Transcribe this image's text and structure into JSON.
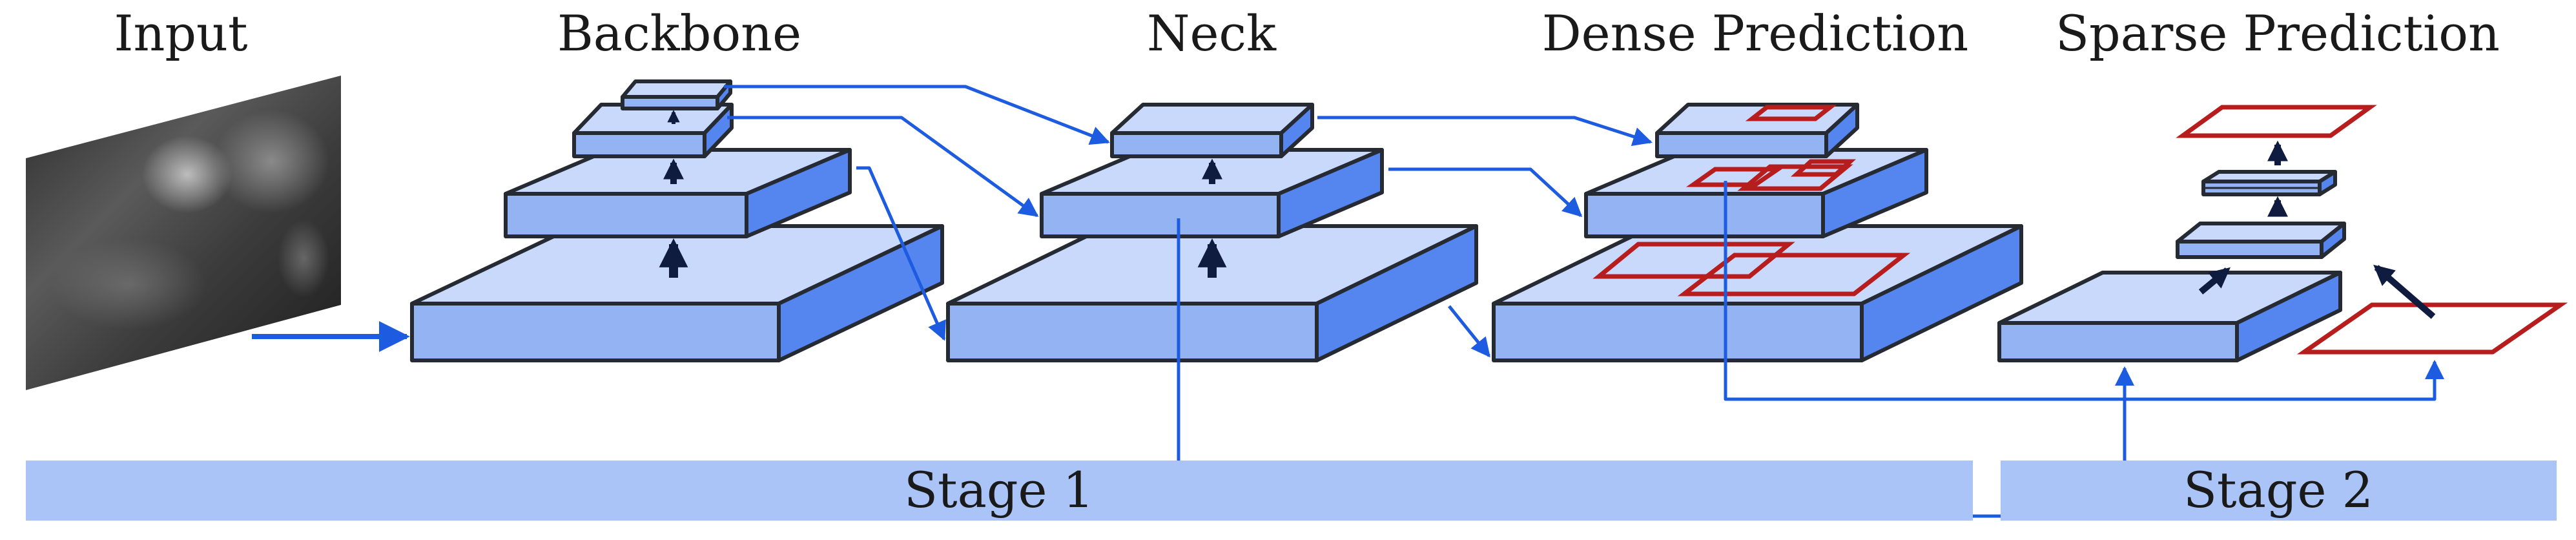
{
  "headings": {
    "input": "Input",
    "backbone": "Backbone",
    "neck": "Neck",
    "dense": "Dense Prediction",
    "sparse": "Sparse Prediction"
  },
  "stages": {
    "stage1": "Stage 1",
    "stage2": "Stage 2"
  },
  "colors": {
    "top_face": "#c9d9fb",
    "front_face": "#93b3f3",
    "side_face": "#5585ee",
    "outline": "#262a33",
    "connector": "#1d5ce0",
    "up_arrow": "#0f1c40",
    "box": "#b81d1d",
    "stage_bar": "#abc4f8"
  }
}
